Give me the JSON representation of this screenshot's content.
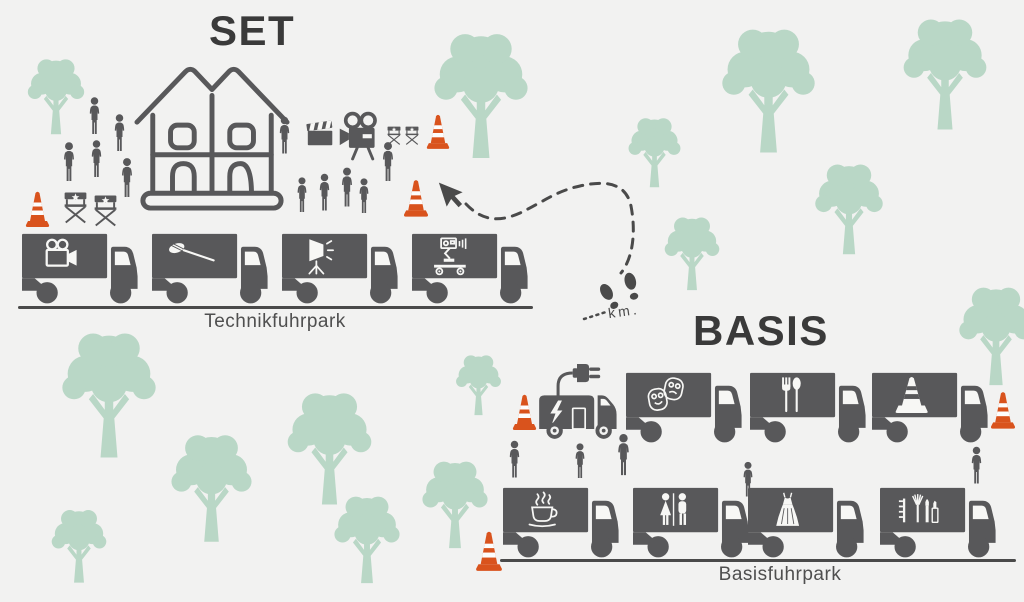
{
  "titles": {
    "set": "SET",
    "basis": "BASIS"
  },
  "labels": {
    "technik_fleet": "Technikfuhrpark",
    "basis_fleet": "Basisfuhrpark",
    "distance": "km."
  },
  "colors": {
    "background": "#f2f2f1",
    "figure_gray": "#58585a",
    "title_gray": "#3a3a3a",
    "tree_green": "#b9d7c6",
    "cone_orange": "#d9531d",
    "icon_white": "#f7f7f5"
  },
  "set_area": {
    "title": "SET",
    "props": [
      "house",
      "clapperboard-icon",
      "film-camera-icon",
      "director-chair-icon",
      "traffic-cone-icon"
    ],
    "fleet_label": "Technikfuhrpark",
    "trucks": [
      {
        "icon": "film-camera-icon"
      },
      {
        "icon": "boom-mic-icon"
      },
      {
        "icon": "studio-light-icon"
      },
      {
        "icon": "camera-dolly-icon"
      }
    ]
  },
  "route": {
    "cursor": "arrow-cursor-icon",
    "footprints": "footprints-icon",
    "distance_label": "km."
  },
  "basis_area": {
    "title": "BASIS",
    "fleet_label": "Basisfuhrpark",
    "vehicles_top": [
      {
        "icon": "power-plug-icon",
        "type": "generator-van"
      },
      {
        "icon": "theater-masks-icon"
      },
      {
        "icon": "cutlery-icon"
      },
      {
        "icon": "traffic-cone-icon"
      }
    ],
    "vehicles_bottom": [
      {
        "icon": "coffee-cup-icon"
      },
      {
        "icon": "restroom-icon"
      },
      {
        "icon": "dress-icon"
      },
      {
        "icon": "makeup-brushes-icon"
      }
    ]
  },
  "scenery": {
    "tree_count": 15,
    "person_count": 16,
    "cone_count": 6
  }
}
